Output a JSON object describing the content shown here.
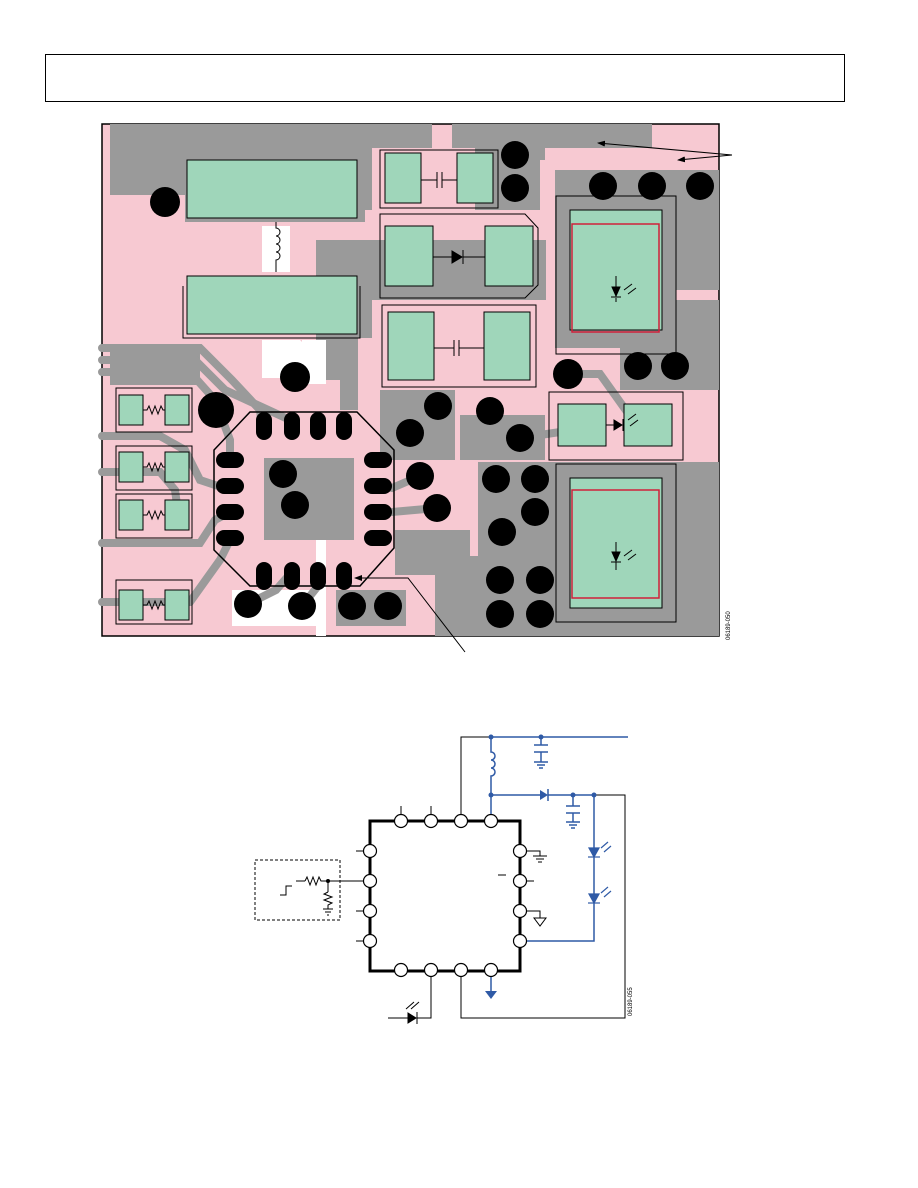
{
  "figures": [
    {
      "id": "pcb-layout",
      "figure_code": "06189-050"
    },
    {
      "id": "application-schematic",
      "figure_code": "06189-055"
    }
  ],
  "colors": {
    "board_background": "#f7c9d2",
    "copper_pour": "#9a9a9a",
    "component_pad": "#9fd6ba",
    "via": "#000000",
    "trace": "#9a9a9a",
    "led_outline": "#d0203a",
    "schematic_highlight": "#2f5aa6"
  },
  "icons": [
    "inductor-icon",
    "diode-icon",
    "led-icon",
    "capacitor-icon",
    "resistor-icon",
    "ground-icon",
    "step-signal-icon"
  ]
}
